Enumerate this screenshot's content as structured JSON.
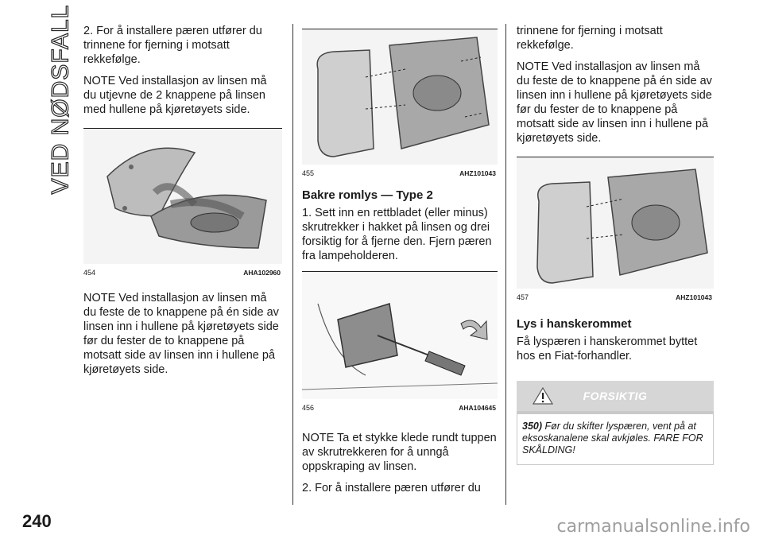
{
  "side_title": "VED NØDSFALL",
  "page_number": "240",
  "watermark": "carmanualsonline.info",
  "col1": {
    "p1": "2. For å installere pæren utfører du trinnene for fjerning i motsatt rekkefølge.",
    "p2": "NOTE  Ved installasjon av linsen må du utjevne de 2 knappene på linsen med hullene på kjøretøyets side.",
    "fig": {
      "num": "454",
      "code": "AHA102960"
    },
    "p3": "NOTE  Ved installasjon av linsen må du feste de to knappene på én side av linsen inn i hullene på kjøretøyets side før du fester de to knappene på motsatt side av linsen inn i hullene på kjøretøyets side."
  },
  "col2": {
    "fig1": {
      "num": "455",
      "code": "AHZ101043"
    },
    "heading": "Bakre romlys — Type 2",
    "p1": "1. Sett inn en rettbladet (eller minus) skrutrekker i hakket på linsen og drei forsiktig for å fjerne den. Fjern pæren fra lampeholderen.",
    "fig2": {
      "num": "456",
      "code": "AHA104645"
    },
    "p2": "NOTE  Ta et stykke klede rundt tuppen av skrutrekkeren for å unngå oppskraping av linsen.",
    "p3": "2. For å installere pæren utfører du"
  },
  "col3": {
    "p1": "trinnene for fjerning i motsatt rekkefølge.",
    "p2": "NOTE  Ved installasjon av linsen må du feste de to knappene på én side av linsen inn i hullene på kjøretøyets side før du fester de to knappene på motsatt side av linsen inn i hullene på kjøretøyets side.",
    "fig": {
      "num": "457",
      "code": "AHZ101043"
    },
    "heading": "Lys i hanskerommet",
    "p3": "Få lyspæren i hanskerommet byttet hos en Fiat-forhandler.",
    "warning": {
      "title": "FORSIKTIG",
      "ref": "350)",
      "text": "Før du skifter lyspæren, vent på at eksoskanalene skal avkjøles. FARE FOR SKÅLDING!"
    }
  }
}
